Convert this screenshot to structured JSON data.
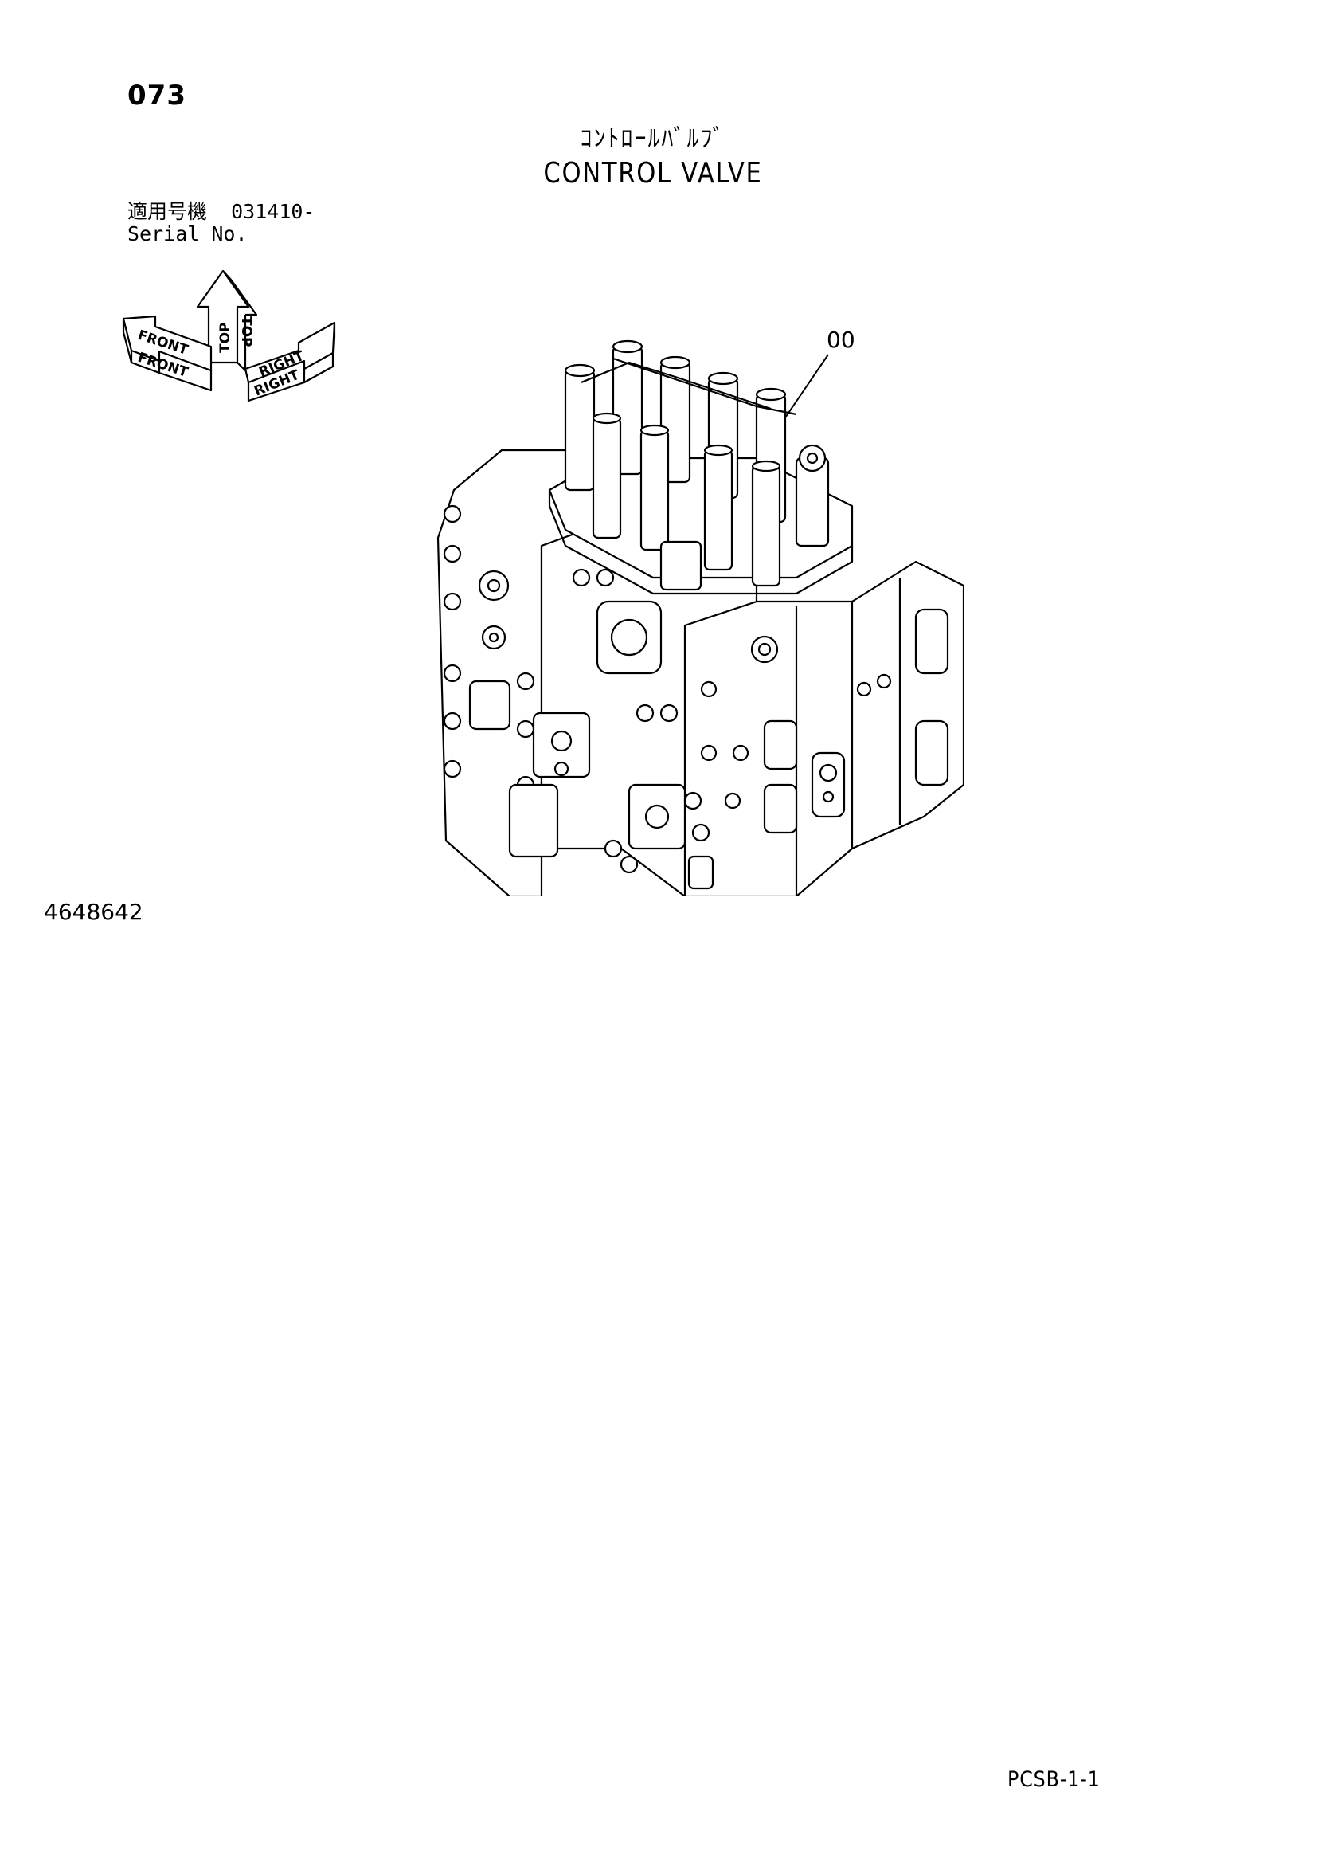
{
  "page": {
    "number": "073",
    "title_jp": "ｺﾝﾄﾛｰﾙﾊﾞﾙﾌﾞ",
    "title_en": "CONTROL VALVE"
  },
  "serial": {
    "label_jp": "適用号機",
    "value": "031410-",
    "label_en": "Serial No."
  },
  "orientation": {
    "top_label": "TOP",
    "front_label": "FRONT",
    "right_label": "RIGHT"
  },
  "callout": {
    "label": "00"
  },
  "footer": {
    "part_number": "4648642",
    "page_code": "PCSB-1-1"
  }
}
